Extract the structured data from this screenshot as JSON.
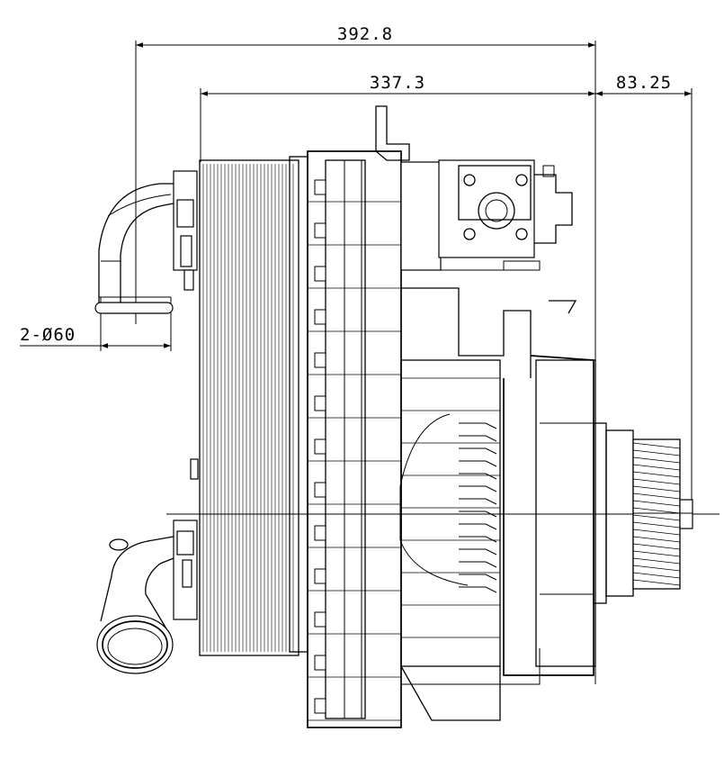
{
  "dimensions": {
    "overall_width": "392.8",
    "body_width": "337.3",
    "shaft_extension": "83.25",
    "port_diameter": "2-Ø60"
  }
}
